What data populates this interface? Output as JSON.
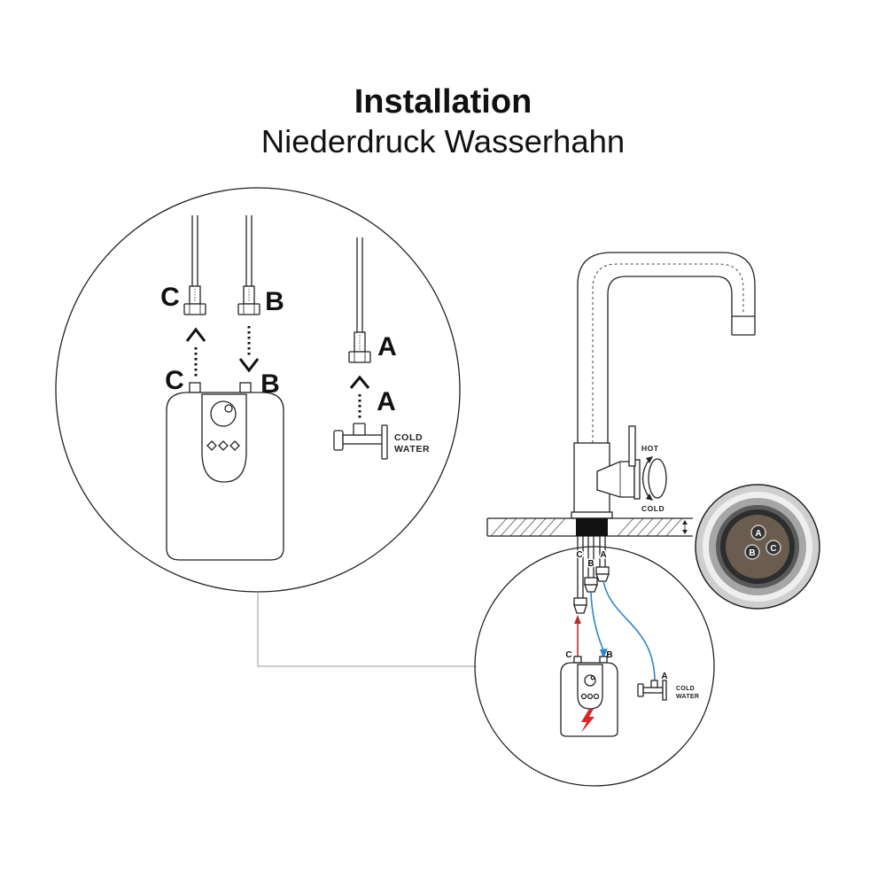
{
  "title": "Installation",
  "subtitle": "Niederdruck Wasserhahn",
  "detail_view": {
    "hose_labels": {
      "c": "C",
      "b": "B",
      "a": "A"
    },
    "port_labels": {
      "c": "C",
      "b": "B"
    },
    "valve_label": "A",
    "cold_water": {
      "line1": "COLD",
      "line2": "WATER"
    }
  },
  "faucet": {
    "hot_label": "HOT",
    "cold_label": "COLD"
  },
  "underside_view": {
    "a": "A",
    "b": "B",
    "c": "C"
  },
  "overview": {
    "hose_labels": {
      "c": "C",
      "b": "B",
      "a": "A"
    },
    "port_labels": {
      "c": "C",
      "b": "B"
    },
    "valve_label": "A",
    "cold_water": {
      "line1": "COLD",
      "line2": "WATER"
    }
  },
  "colors": {
    "hot_line": "#b8302a",
    "cold_line": "#2b86c4",
    "lightning": "#d6262b"
  }
}
